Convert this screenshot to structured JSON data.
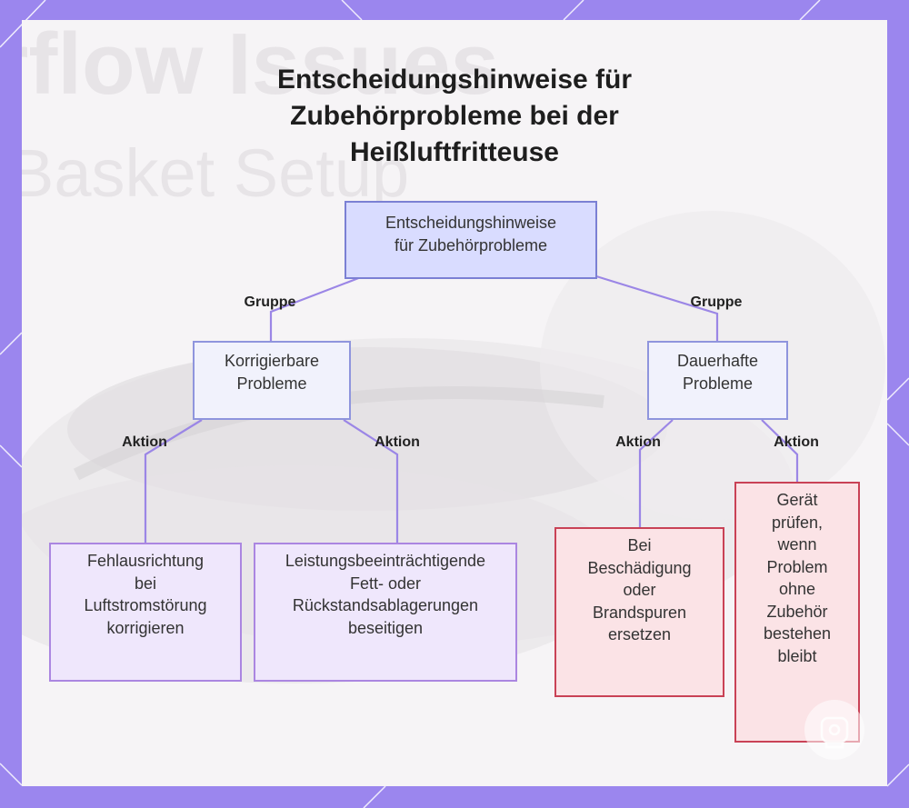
{
  "title": "Entscheidungshinweise für\nZubehörprobleme bei der\nHeißluftfritteuse",
  "background_text": {
    "line1": "rflow Issues",
    "line2": "Basket Setup"
  },
  "nodes": {
    "root": "Entscheidungshinweise\nfür Zubehörprobleme",
    "correctable": "Korrigierbare\nProbleme",
    "permanent": "Dauerhafte\nProbleme",
    "misalignment": "Fehlausrichtung\nbei\nLuftstromstörung\nkorrigieren",
    "residue": "Leistungsbeeinträchtigende\nFett- oder\nRückstandsablagerungen\nbeseitigen",
    "damage": "Bei\nBeschädigung\noder\nBrandspuren\nersetzen",
    "check_device": "Gerät\nprüfen,\nwenn\nProblem\nohne\nZubehör\nbestehen\nbleibt"
  },
  "edge_labels": {
    "group_left": "Gruppe",
    "group_right": "Gruppe",
    "action_1": "Aktion",
    "action_2": "Aktion",
    "action_3": "Aktion",
    "action_4": "Aktion"
  },
  "colors": {
    "frame": "#9b86ee",
    "edge": "#9b86e6",
    "root_fill": "#d9dcff",
    "group_fill": "#f1f2fc",
    "action_purple_fill": "#efe7fc",
    "action_red_fill": "#fbe3e6",
    "action_red_border": "#c94256"
  }
}
